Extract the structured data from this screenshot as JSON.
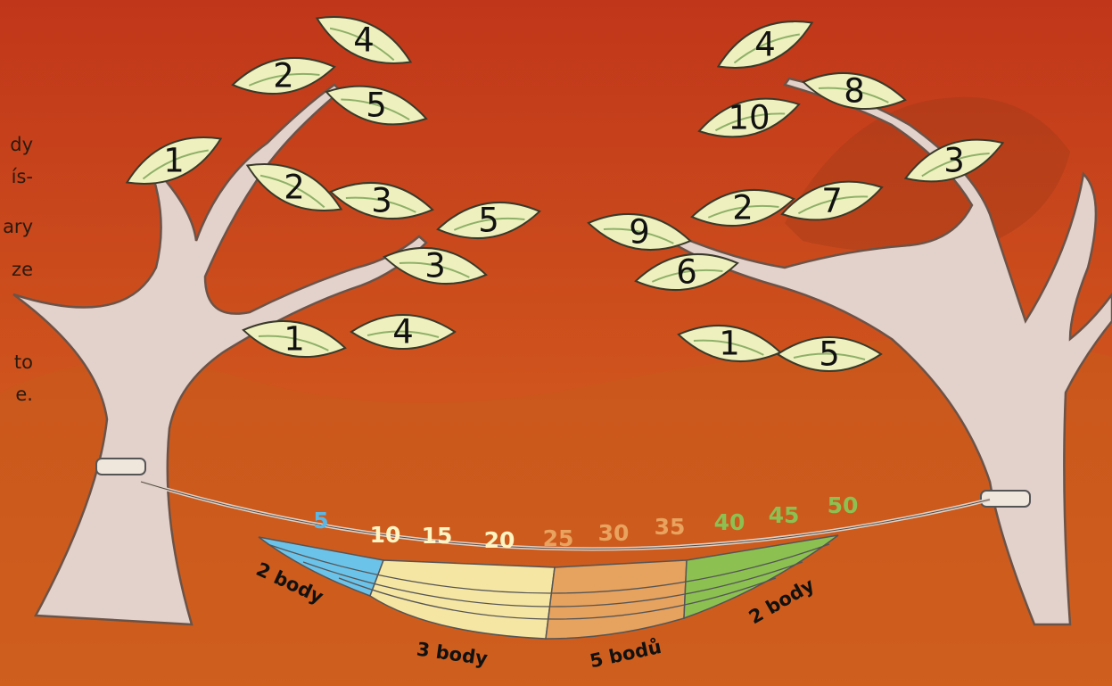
{
  "instructions": [
    "dy",
    "ís-",
    "ary",
    "ze",
    "to",
    "e."
  ],
  "leaves_left": [
    "1",
    "2",
    "4",
    "5",
    "2",
    "3",
    "5",
    "3",
    "1",
    "4"
  ],
  "leaves_right": [
    "4",
    "8",
    "10",
    "3",
    "2",
    "7",
    "9",
    "6",
    "1",
    "5"
  ],
  "scores": [
    "5",
    "10",
    "15",
    "20",
    "25",
    "30",
    "35",
    "40",
    "45",
    "50"
  ],
  "bands": [
    "2 body",
    "3 body",
    "5 bodů",
    "2 body"
  ],
  "colors": {
    "sky_top": "#c0361a",
    "sky_bottom": "#d9651f",
    "leaf": "#eef1bd",
    "trunk": "#e3d1cc",
    "band_blue": "#6cc3ea",
    "band_yellow": "#f6e6a3",
    "band_orange": "#e6a25f",
    "band_green": "#8cc152",
    "score_blue": "#5bb7e6",
    "score_cream": "#fff4c2",
    "score_orange": "#e9a35e",
    "score_green": "#8cc152"
  }
}
